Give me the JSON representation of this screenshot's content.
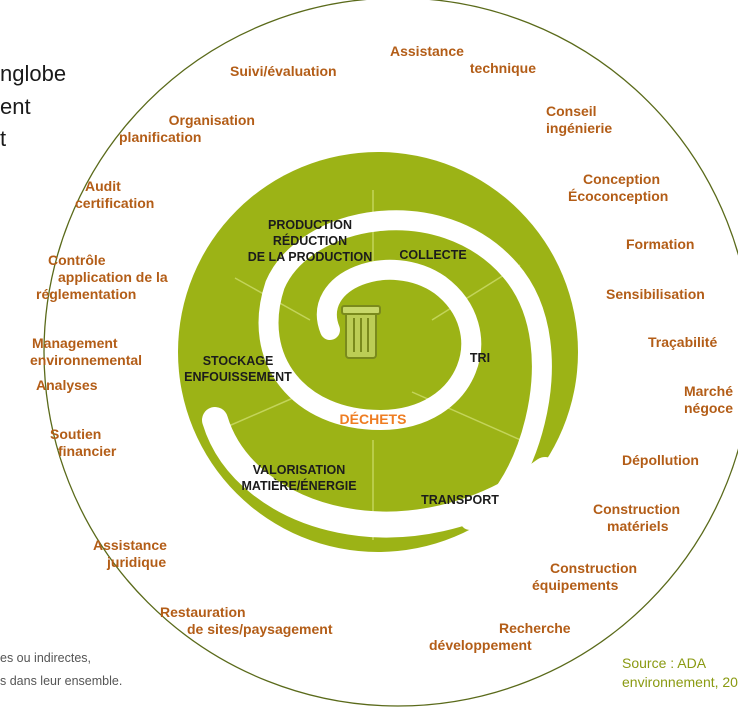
{
  "intro_fragments": [
    "nglobe",
    "ent",
    "t"
  ],
  "footnote_fragments": [
    "es ou indirectes,",
    "s dans leur ensemble."
  ],
  "source": {
    "line1": "Source : ADA",
    "line2": "environnement, 20"
  },
  "center_label": "DÉCHETS",
  "inner_labels": {
    "production": [
      "PRODUCTION",
      "RÉDUCTION",
      "DE LA PRODUCTION"
    ],
    "collecte": "COLLECTE",
    "tri": "TRI",
    "stockage": [
      "STOCKAGE",
      "ENFOUISSEMENT"
    ],
    "valorisation": [
      "VALORISATION",
      "MATIÈRE/ÉNERGIE"
    ],
    "transport": "TRANSPORT"
  },
  "outer_labels": {
    "assistance_technique": [
      "Assistance",
      "technique"
    ],
    "suivi": "Suivi/évaluation",
    "organisation": [
      "Organisation",
      "planification"
    ],
    "conseil": [
      "Conseil",
      "ingénierie"
    ],
    "audit": [
      "Audit",
      "certification"
    ],
    "conception": [
      "Conception",
      "Écoconception"
    ],
    "controle": [
      "Contrôle",
      "application de la",
      "réglementation"
    ],
    "formation": "Formation",
    "sensibilisation": "Sensibilisation",
    "management": [
      "Management",
      "environnemental"
    ],
    "tracabilite": "Traçabilité",
    "marche": [
      "Marché",
      "négoce"
    ],
    "analyses": "Analyses",
    "soutien": [
      "Soutien",
      "financier"
    ],
    "depollution": "Dépollution",
    "construction_materiels": [
      "Construction",
      "matériels"
    ],
    "assistance_juridique": [
      "Assistance",
      "juridique"
    ],
    "construction_equipements": [
      "Construction",
      "équipements"
    ],
    "restauration": [
      "Restauration",
      "de sites/paysagement"
    ],
    "recherche": [
      "Recherche",
      "développement"
    ]
  },
  "colors": {
    "outer_ring": "#5a6a1a",
    "inner_disc": "#9cb316",
    "spiral": "#ffffff",
    "outer_text": "#b35d17",
    "inner_text": "#1c1c1c",
    "center_label": "#ef7d22",
    "source": "#8a9a12"
  },
  "icons": {
    "center": "trash-bin-icon"
  }
}
